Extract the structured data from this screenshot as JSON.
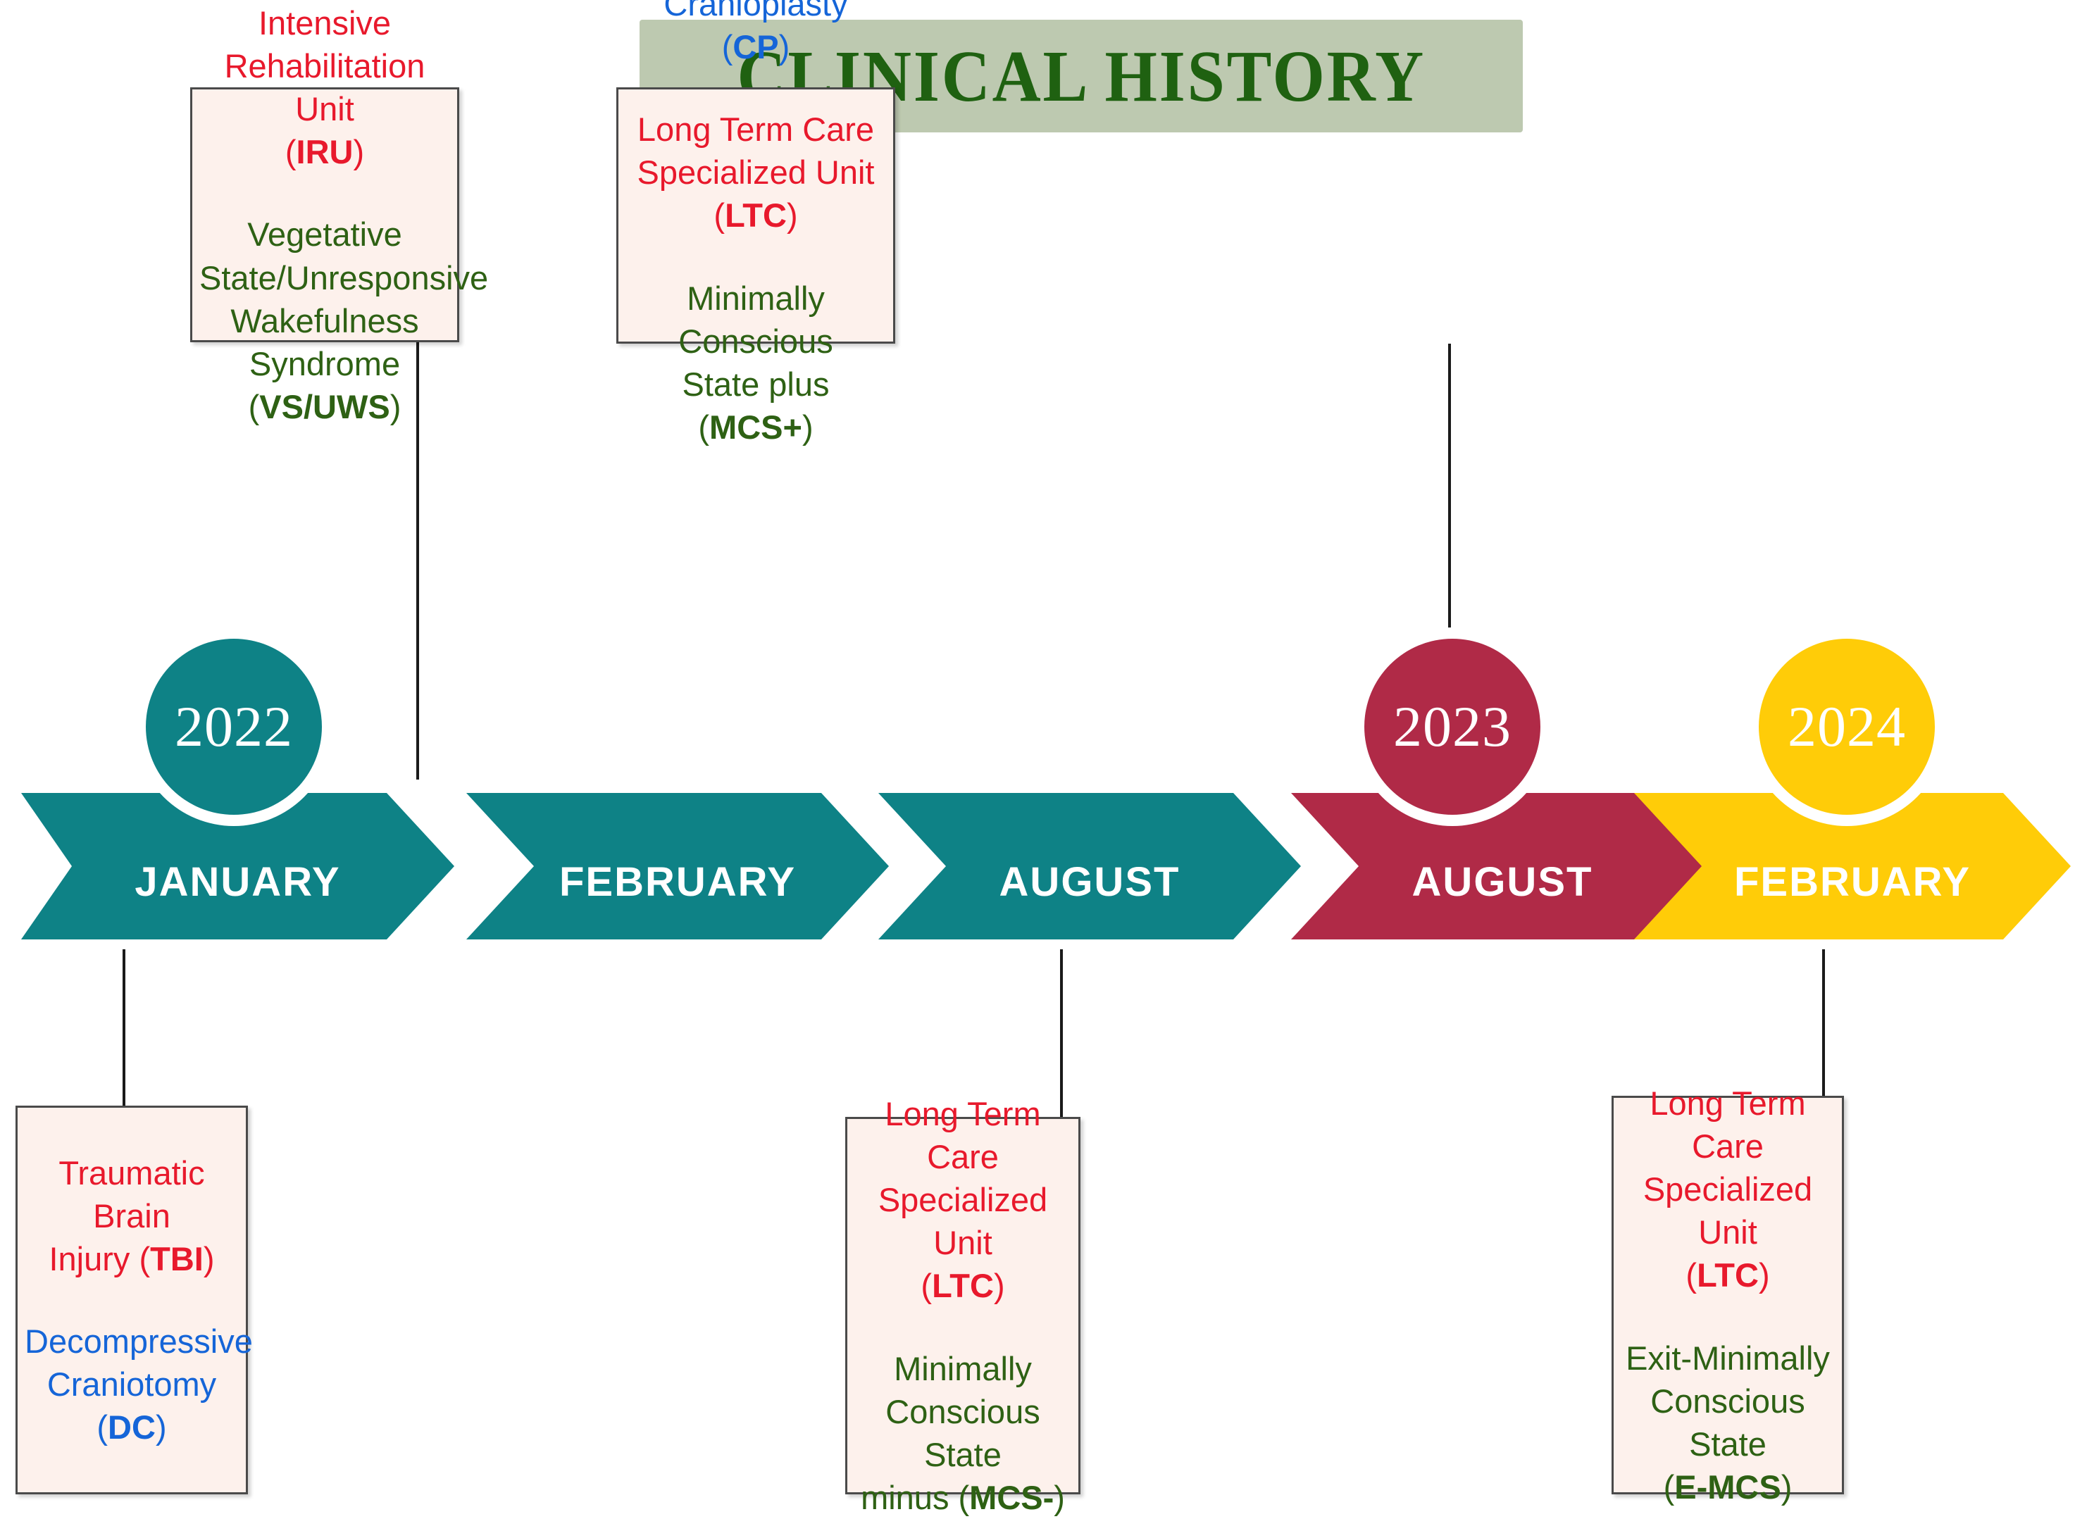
{
  "header": {
    "title": "CLINICAL HISTORY",
    "band_color": "#BDC9B0",
    "title_color": "#1F6111"
  },
  "palette": {
    "teal": "#0E8286",
    "crimson": "#B02A47",
    "yellow": "#FFCC08",
    "box_fill": "#FDF1EC",
    "box_border": "#4A4A4A",
    "red_text": "#E8192C",
    "green_text": "#2E6114",
    "blue_text": "#1565D8",
    "connector": "#1A1A1A"
  },
  "timeline": {
    "steps": [
      {
        "month": "JANUARY",
        "year": "2022",
        "color": "#0E8286",
        "has_year_circle": true
      },
      {
        "month": "FEBRUARY",
        "year": "",
        "color": "#0E8286",
        "has_year_circle": false
      },
      {
        "month": "AUGUST",
        "year": "",
        "color": "#0E8286",
        "has_year_circle": false
      },
      {
        "month": "AUGUST",
        "year": "2023",
        "color": "#B02A47",
        "has_year_circle": true
      },
      {
        "month": "FEBRUARY",
        "year": "2024",
        "color": "#FFCC08",
        "has_year_circle": true
      }
    ]
  },
  "boxes": {
    "top_february": {
      "position": "above",
      "attached_to_step": "FEBRUARY 2022",
      "paragraphs": [
        {
          "color": "red",
          "lines": [
            "Intensive Rehabilitation",
            "Unit"
          ],
          "abbr_line_prefix": "(",
          "abbr": "IRU",
          "abbr_line_suffix": ")"
        },
        {
          "color": "green",
          "lines": [
            "Vegetative",
            "State/Unresponsive",
            "Wakefulness Syndrome"
          ],
          "abbr_line_prefix": "(",
          "abbr": "VS/UWS",
          "abbr_line_suffix": ")"
        }
      ]
    },
    "top_august_2023": {
      "position": "above",
      "attached_to_step": "AUGUST 2023",
      "paragraphs": [
        {
          "color": "blue",
          "inline": true,
          "lines": [
            "Cranioplasty ("
          ],
          "abbr": "CP",
          "abbr_line_suffix": ")"
        },
        {
          "color": "red",
          "inline": true,
          "lines": [
            "Long Term Care",
            "Specialized Unit ("
          ],
          "abbr": "LTC",
          "abbr_line_suffix": ")"
        },
        {
          "color": "green",
          "inline": true,
          "lines": [
            "Minimally Conscious",
            "State plus ("
          ],
          "abbr": "MCS+",
          "abbr_line_suffix": ")"
        }
      ]
    },
    "bottom_january": {
      "position": "below",
      "attached_to_step": "JANUARY 2022",
      "paragraphs": [
        {
          "color": "red",
          "inline": true,
          "lines": [
            "Traumatic Brain",
            "Injury ("
          ],
          "abbr": "TBI",
          "abbr_line_suffix": ")"
        },
        {
          "color": "blue",
          "inline": true,
          "lines": [
            "Decompressive",
            "Craniotomy ("
          ],
          "abbr": "DC",
          "abbr_line_suffix": ")"
        }
      ]
    },
    "bottom_august_2022": {
      "position": "below",
      "attached_to_step": "AUGUST 2022",
      "paragraphs": [
        {
          "color": "red",
          "lines": [
            "Long Term Care",
            "Specialized Unit"
          ],
          "abbr_line_prefix": "(",
          "abbr": "LTC",
          "abbr_line_suffix": ")"
        },
        {
          "color": "green",
          "inline": true,
          "lines": [
            "Minimally",
            "Conscious State",
            "minus ("
          ],
          "abbr": "MCS-",
          "abbr_line_suffix": ")"
        }
      ]
    },
    "bottom_february_2024": {
      "position": "below",
      "attached_to_step": "FEBRUARY 2024",
      "paragraphs": [
        {
          "color": "red",
          "lines": [
            "Long Term Care",
            "Specialized Unit"
          ],
          "abbr_line_prefix": "(",
          "abbr": "LTC",
          "abbr_line_suffix": ")"
        },
        {
          "color": "green",
          "lines": [
            "Exit-Minimally",
            "Conscious State"
          ],
          "abbr_line_prefix": "(",
          "abbr": "E-MCS",
          "abbr_line_suffix": ")"
        }
      ]
    }
  },
  "text": {
    "b1p1l1": "Intensive Rehabilitation",
    "b1p1l2": "Unit",
    "b1p1l3a": "(",
    "b1p1l3b": "IRU",
    "b1p1l3c": ")",
    "b1p2l1": "Vegetative",
    "b1p2l2": "State/Unresponsive",
    "b1p2l3": "Wakefulness Syndrome",
    "b1p2l4a": "(",
    "b1p2l4b": "VS/UWS",
    "b1p2l4c": ")",
    "b2p1l1a": "Cranioplasty (",
    "b2p1l1b": "CP",
    "b2p1l1c": ")",
    "b2p2l1": "Long Term Care",
    "b2p2l2a": "Specialized Unit (",
    "b2p2l2b": "LTC",
    "b2p2l2c": ")",
    "b2p3l1": "Minimally Conscious",
    "b2p3l2a": "State plus (",
    "b2p3l2b": "MCS+",
    "b2p3l2c": ")",
    "b3p1l1": "Traumatic Brain",
    "b3p1l2a": "Injury (",
    "b3p1l2b": "TBI",
    "b3p1l2c": ")",
    "b3p2l1": "Decompressive",
    "b3p2l2a": "Craniotomy (",
    "b3p2l2b": "DC",
    "b3p2l2c": ")",
    "b4p1l1": "Long Term Care",
    "b4p1l2": "Specialized Unit",
    "b4p1l3a": "(",
    "b4p1l3b": "LTC",
    "b4p1l3c": ")",
    "b4p2l1": "Minimally",
    "b4p2l2": "Conscious State",
    "b4p2l3a": "minus (",
    "b4p2l3b": "MCS-",
    "b4p2l3c": ")",
    "b5p1l1": "Long Term Care",
    "b5p1l2": "Specialized Unit",
    "b5p1l3a": "(",
    "b5p1l3b": "LTC",
    "b5p1l3c": ")",
    "b5p2l1": "Exit-Minimally",
    "b5p2l2": "Conscious State",
    "b5p2l3a": "(",
    "b5p2l3b": "E-MCS",
    "b5p2l3c": ")"
  }
}
